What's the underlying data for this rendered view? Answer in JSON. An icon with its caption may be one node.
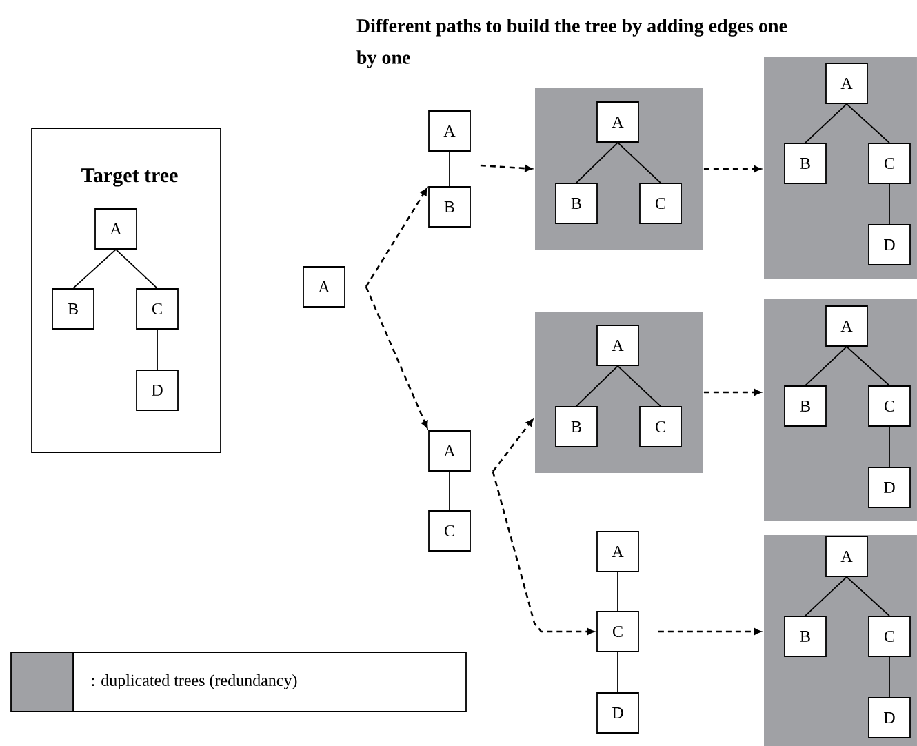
{
  "diagram": {
    "title": "Different paths to build the tree by adding edges one by one",
    "nodes": [
      {
        "text": [
          "Target tree"
        ]
      },
      {
        "text": [
          "A"
        ],
        "in": 0
      },
      {
        "text": [
          "B"
        ],
        "in": 0
      },
      {
        "text": [
          "C"
        ],
        "in": 0
      },
      {
        "text": [
          "D"
        ],
        "in": 0
      },
      {
        "text": [
          "A"
        ]
      },
      {
        "text": [
          "A"
        ]
      },
      {
        "text": [
          "B"
        ]
      },
      {
        "text": [],
        "shape": "box"
      },
      {
        "text": [
          "A"
        ],
        "in": 8
      },
      {
        "text": [
          "B"
        ],
        "in": 8
      },
      {
        "text": [
          "C"
        ],
        "in": 8
      },
      {
        "text": [],
        "shape": "box"
      },
      {
        "text": [
          "A"
        ],
        "in": 12
      },
      {
        "text": [
          "B"
        ],
        "in": 12
      },
      {
        "text": [
          "C"
        ],
        "in": 12
      },
      {
        "text": [
          "D"
        ],
        "in": 12
      },
      {
        "text": [
          "A"
        ]
      },
      {
        "text": [
          "C"
        ]
      },
      {
        "text": [],
        "shape": "box"
      },
      {
        "text": [
          "A"
        ],
        "in": 19
      },
      {
        "text": [
          "B"
        ],
        "in": 19
      },
      {
        "text": [
          "C"
        ],
        "in": 19
      },
      {
        "text": [],
        "shape": "box"
      },
      {
        "text": [
          "A"
        ],
        "in": 23
      },
      {
        "text": [
          "B"
        ],
        "in": 23
      },
      {
        "text": [
          "C"
        ],
        "in": 23
      },
      {
        "text": [
          "D"
        ],
        "in": 23
      },
      {
        "text": [
          "A"
        ]
      },
      {
        "text": [
          "C"
        ]
      },
      {
        "text": [
          "D"
        ]
      },
      {
        "text": [],
        "shape": "box"
      },
      {
        "text": [
          "A"
        ],
        "in": 31
      },
      {
        "text": [
          "B"
        ],
        "in": 31
      },
      {
        "text": [
          "C"
        ],
        "in": 31
      },
      {
        "text": [
          "D"
        ],
        "in": 31
      }
    ],
    "edges": [
      {
        "from": 1,
        "to": 2,
        "arrow": "none"
      },
      {
        "from": 1,
        "to": 3,
        "arrow": "none"
      },
      {
        "from": 3,
        "to": 4,
        "arrow": "none"
      },
      {
        "from": 6,
        "to": 7,
        "arrow": "none"
      },
      {
        "from": 9,
        "to": 10,
        "arrow": "none"
      },
      {
        "from": 9,
        "to": 11,
        "arrow": "none"
      },
      {
        "from": 13,
        "to": 14,
        "arrow": "none"
      },
      {
        "from": 13,
        "to": 15,
        "arrow": "none"
      },
      {
        "from": 15,
        "to": 16,
        "arrow": "none"
      },
      {
        "from": 17,
        "to": 18,
        "arrow": "none"
      },
      {
        "from": 20,
        "to": 21,
        "arrow": "none"
      },
      {
        "from": 20,
        "to": 22,
        "arrow": "none"
      },
      {
        "from": 24,
        "to": 25,
        "arrow": "none"
      },
      {
        "from": 24,
        "to": 26,
        "arrow": "none"
      },
      {
        "from": 26,
        "to": 27,
        "arrow": "none"
      },
      {
        "from": 28,
        "to": 29,
        "arrow": "none"
      },
      {
        "from": 29,
        "to": 30,
        "arrow": "none"
      },
      {
        "from": 32,
        "to": 33,
        "arrow": "none"
      },
      {
        "from": 32,
        "to": 34,
        "arrow": "none"
      },
      {
        "from": 34,
        "to": 35,
        "arrow": "none"
      },
      {
        "from": 5,
        "to": 7,
        "arrow": "to",
        "style": "dashed"
      },
      {
        "from": 5,
        "to": 17,
        "arrow": "to",
        "style": "dashed"
      },
      {
        "from": 6,
        "to": 8,
        "arrow": "to",
        "style": "dashed"
      },
      {
        "from": 8,
        "to": 12,
        "arrow": "to",
        "style": "dashed"
      },
      {
        "from": 17,
        "to": 19,
        "arrow": "to",
        "style": "dashed"
      },
      {
        "from": 17,
        "to": 29,
        "arrow": "to",
        "style": "dashed"
      },
      {
        "from": 19,
        "to": 23,
        "arrow": "to",
        "style": "dashed"
      },
      {
        "from": 29,
        "to": 31,
        "arrow": "to",
        "style": "dashed"
      }
    ],
    "legend": [
      {
        "text": ": duplicated trees (redundancy)",
        "color": "#a0a1a5"
      }
    ]
  }
}
